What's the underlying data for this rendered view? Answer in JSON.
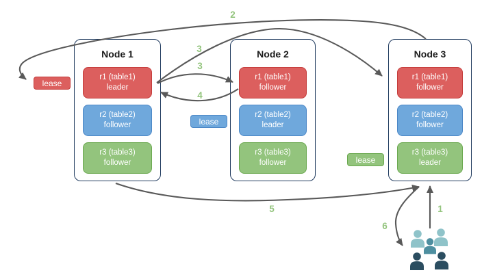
{
  "diagram": {
    "nodes": [
      {
        "title": "Node 1",
        "replicas": [
          {
            "name": "r1 (table1)",
            "role": "leader",
            "color": "red"
          },
          {
            "name": "r2 (table2)",
            "role": "follower",
            "color": "blue"
          },
          {
            "name": "r3 (table3)",
            "role": "follower",
            "color": "green"
          }
        ]
      },
      {
        "title": "Node 2",
        "replicas": [
          {
            "name": "r1 (table1)",
            "role": "follower",
            "color": "red"
          },
          {
            "name": "r2 (table2)",
            "role": "leader",
            "color": "blue"
          },
          {
            "name": "r3 (table3)",
            "role": "follower",
            "color": "green"
          }
        ]
      },
      {
        "title": "Node 3",
        "replicas": [
          {
            "name": "r1 (table1)",
            "role": "follower",
            "color": "red"
          },
          {
            "name": "r2 (table2)",
            "role": "follower",
            "color": "blue"
          },
          {
            "name": "r3 (table3)",
            "role": "leader",
            "color": "green"
          }
        ]
      }
    ],
    "leases": [
      {
        "label": "lease",
        "color": "red"
      },
      {
        "label": "lease",
        "color": "blue"
      },
      {
        "label": "lease",
        "color": "green"
      }
    ],
    "arrow_labels": {
      "step1": "1",
      "step2": "2",
      "step3a": "3",
      "step3b": "3",
      "step4": "4",
      "step5": "5",
      "step6": "6"
    },
    "icons": {
      "users": "users-group-icon"
    },
    "colors": {
      "red_fill": "#dc5f5e",
      "red_border": "#c43b3a",
      "blue_fill": "#6fa8dc",
      "blue_border": "#4a86c6",
      "green_fill": "#93c47d",
      "green_border": "#6aa84f",
      "node_border": "#1f3a5e",
      "arrow_gray": "#595959",
      "label_green": "#93c47d",
      "users_light": "#8fc3c9",
      "users_mid": "#4e8fa0",
      "users_dark": "#2b4d60"
    }
  }
}
